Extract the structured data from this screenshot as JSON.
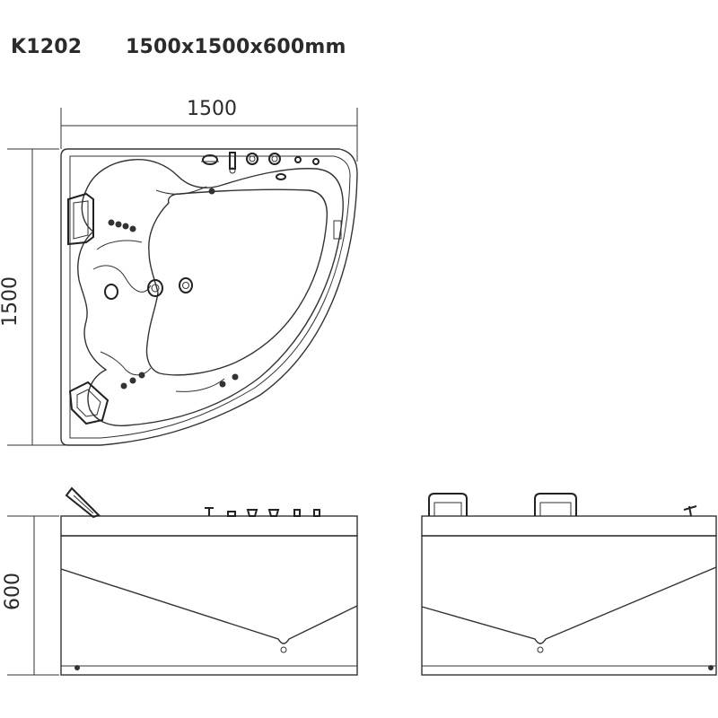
{
  "header": {
    "model": "K1202",
    "dimensions": "1500x1500x600mm"
  },
  "dimension_labels": {
    "width": "1500",
    "height": "1500",
    "depth": "600"
  }
}
